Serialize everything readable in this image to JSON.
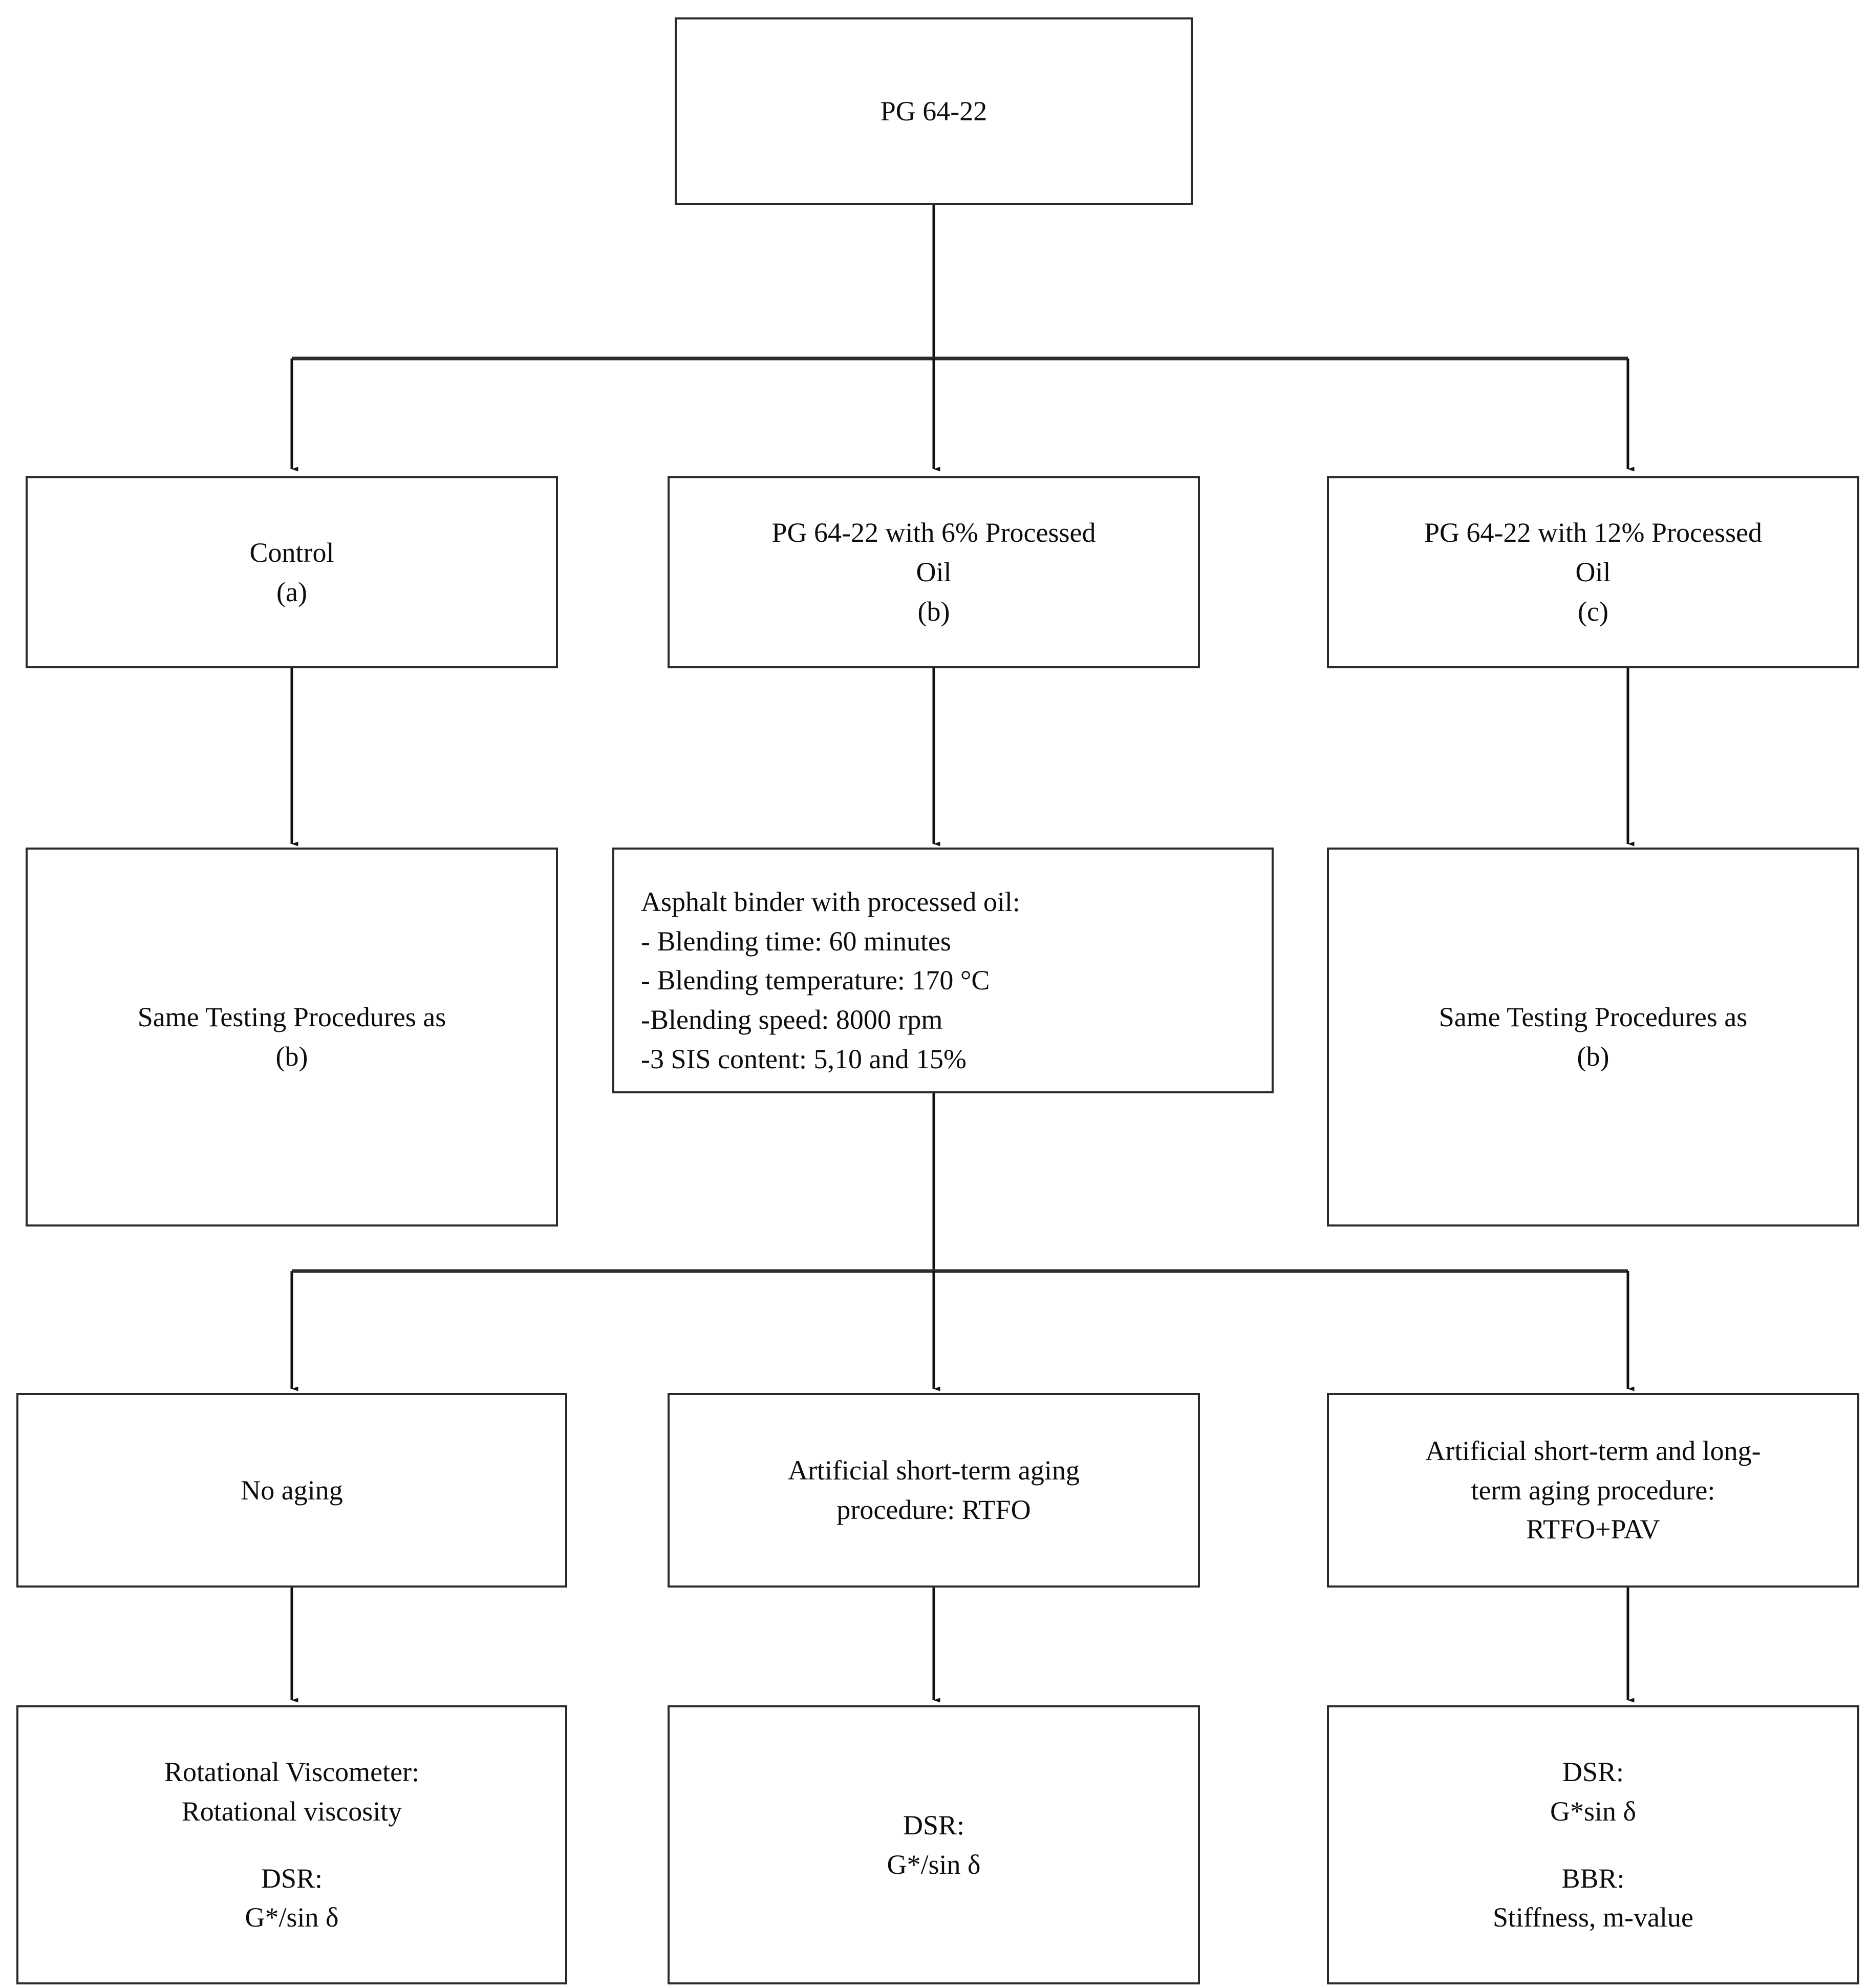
{
  "diagram": {
    "title": "Asphalt binder experimental program flowchart",
    "line_color": "#2b2b2b",
    "text_color": "#0d0d0d",
    "background": "#ffffff"
  },
  "nodes": {
    "source": {
      "line1": "PG 64-22"
    },
    "control": {
      "line1": "Control",
      "line2": "(a)"
    },
    "oil6": {
      "line1": "PG 64-22 with 6% Processed",
      "line2": "Oil",
      "line3": "(b)"
    },
    "oil12": {
      "line1": "PG 64-22 with 12% Processed",
      "line2": "Oil",
      "line3": "(c)"
    },
    "same_left": {
      "line1": "Same Testing Procedures as",
      "line2": "(b)"
    },
    "blending": {
      "heading": "Asphalt binder with processed oil:",
      "bullets": [
        "- Blending time: 60 minutes",
        "- Blending temperature: 170 °C",
        "-Blending speed: 8000 rpm",
        "-3 SIS content: 5,10 and 15%"
      ]
    },
    "same_right": {
      "line1": "Same Testing Procedures as",
      "line2": "(b)"
    },
    "no_aging": {
      "line1": "No aging"
    },
    "rtfo": {
      "line1": "Artificial short-term aging",
      "line2": "procedure: RTFO"
    },
    "rtfo_pav": {
      "line1": "Artificial short-term and long-",
      "line2": "term aging procedure:",
      "line3": "RTFO+PAV"
    },
    "tests_left": {
      "line1": "Rotational Viscometer:",
      "line2": "Rotational viscosity",
      "line3": "DSR:",
      "line4": "G*/sin δ"
    },
    "tests_mid": {
      "line1": "DSR:",
      "line2": "G*/sin δ"
    },
    "tests_right": {
      "line1": "DSR:",
      "line2": "G*sin δ",
      "line3": "BBR:",
      "line4": "Stiffness, m-value"
    }
  }
}
